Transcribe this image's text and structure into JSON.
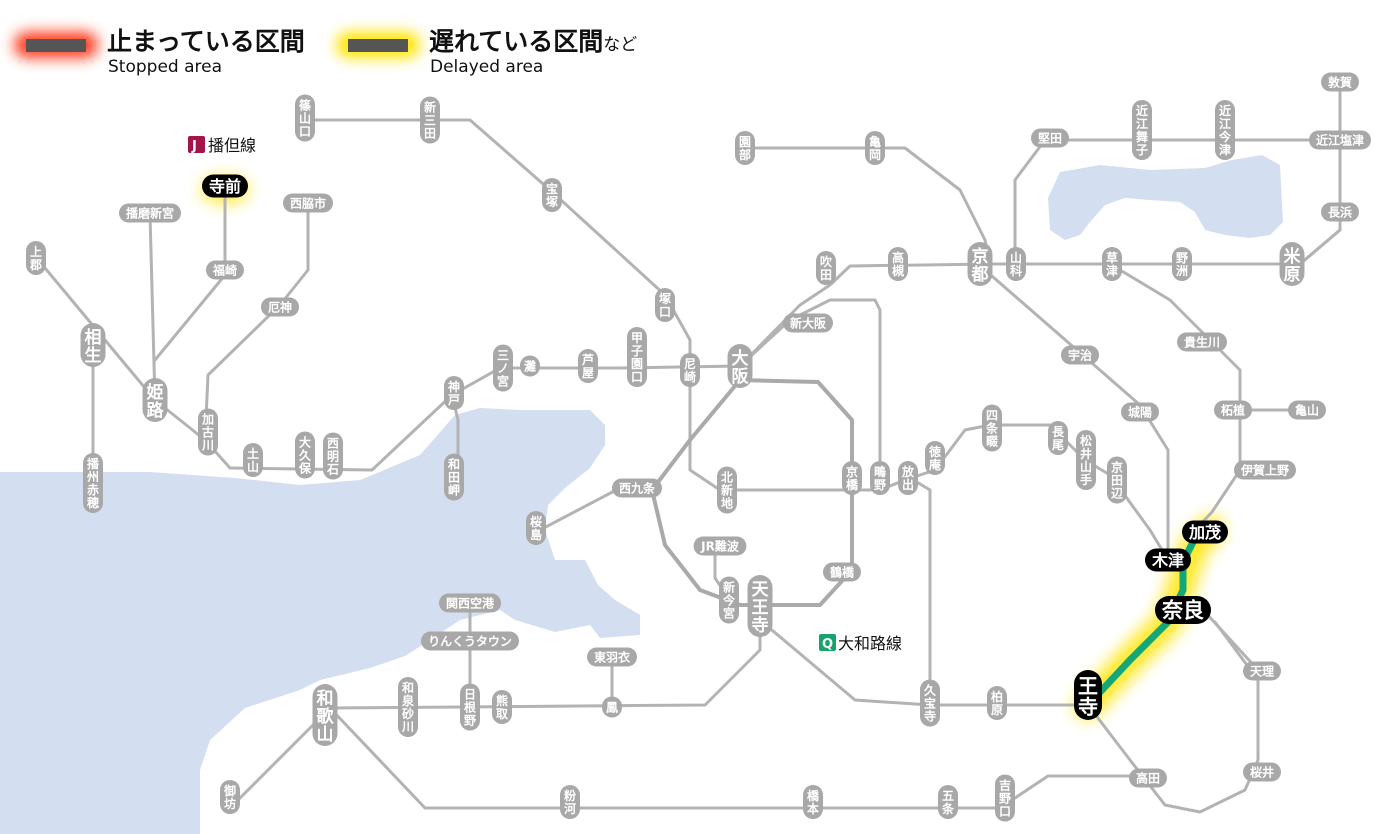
{
  "legend": {
    "stopped": {
      "label": "止まっている区間",
      "sub": "Stopped area",
      "color": "#ff3b1f"
    },
    "delayed": {
      "label": "遅れている区間",
      "suffix": "など",
      "sub": "Delayed area",
      "color": "#ffe400"
    }
  },
  "lines": {
    "bantan": {
      "code": "J",
      "name": "播但線",
      "code_color": "#a3154a"
    },
    "yamatoji": {
      "code": "Q",
      "name": "大和路線",
      "code_color": "#17a36b"
    }
  },
  "highlight_color": "#12a879",
  "stations": {
    "sasayamaguchi": "篠山口",
    "shinsanda": "新三田",
    "takarazuka": "宝塚",
    "tsukaguchi": "塚口",
    "amagasaki": "尼崎",
    "osaka": "大阪",
    "shinosaka": "新大阪",
    "suita": "吹田",
    "takatsuki": "高槻",
    "kyoto": "京都",
    "sonobe": "園部",
    "kameoka": "亀岡",
    "yamashina": "山科",
    "katata": "堅田",
    "omimaiko": "近江舞子",
    "omiimazu": "近江今津",
    "omishiotsu": "近江塩津",
    "tsuruga": "敦賀",
    "nagahama": "長浜",
    "maibara": "米原",
    "yasu": "野洲",
    "kusatsu": "草津",
    "kibukawa": "貴生川",
    "tsuge": "柘植",
    "kameyama": "亀山",
    "igaueno": "伊賀上野",
    "kamo": "加茂",
    "kizu": "木津",
    "nara": "奈良",
    "oji": "王寺",
    "tenri": "天理",
    "sakurai": "桜井",
    "takada": "高田",
    "yoshinoguchi": "吉野口",
    "gojo": "五条",
    "hashimoto": "橋本",
    "kokawa": "粉河",
    "wakayama": "和歌山",
    "gobo": "御坊",
    "izumisunagawa": "和泉砂川",
    "hineno": "日根野",
    "kumatori": "熊取",
    "otori": "鳳",
    "higashihagoromo": "東羽衣",
    "rinkutown": "りんくうタウン",
    "kansaiairport": "関西空港",
    "tennoji": "天王寺",
    "shinimamiya": "新今宮",
    "jrnamba": "JR難波",
    "tsuruhashi": "鶴橋",
    "kyobashi": "京橋",
    "nishikujo": "西九条",
    "sakurajima": "桜島",
    "kitashinchi": "北新地",
    "shigino": "鴫野",
    "hanaten": "放出",
    "kyuhoji": "久宝寺",
    "kashiwara": "柏原",
    "tokuan": "徳庵",
    "shijonawate": "四条畷",
    "nagao": "長尾",
    "matsuiyamate": "松井山手",
    "kyotanabe": "京田辺",
    "joyo": "城陽",
    "uji": "宇治",
    "koshienguchi": "甲子園口",
    "ashiya": "芦屋",
    "nada": "灘",
    "sannomiya": "三ノ宮",
    "kobe": "神戸",
    "wadamisaki": "和田岬",
    "nishiakashi": "西明石",
    "okubo": "大久保",
    "tsuchiyama": "土山",
    "kakogawa": "加古川",
    "yakujin": "厄神",
    "nishiwakishi": "西脇市",
    "himeji": "姫路",
    "fukusaki": "福崎",
    "teramae": "寺前",
    "harimashingu": "播磨新宮",
    "aioi": "相生",
    "kamigori": "上郡",
    "banshuako": "播州赤穂"
  }
}
